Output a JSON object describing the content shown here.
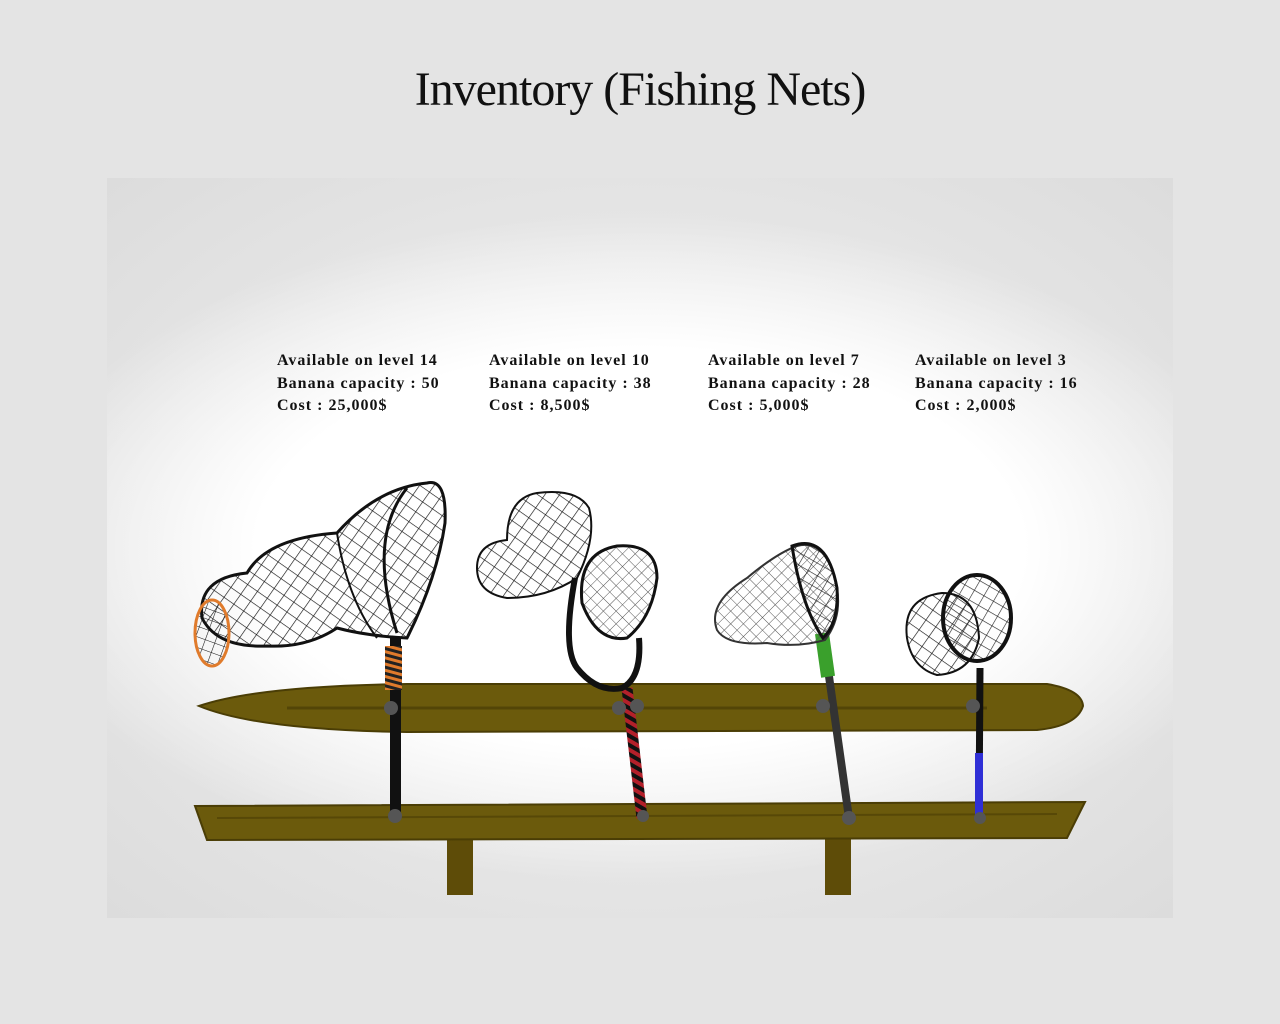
{
  "title": "Inventory (Fishing Nets)",
  "colors": {
    "background": "#e4e4e4",
    "shelf": "#6b5a0c",
    "shelf_dark": "#4a3d05",
    "mesh": "#111111"
  },
  "nets": [
    {
      "level_text": "Available on level 14",
      "capacity_text": "Banana capacity : 50",
      "cost_text": "Cost : 25,000$",
      "level": 14,
      "banana_capacity": 50,
      "cost": 25000,
      "accent_color": "#e07b2c",
      "handle_color": "#111111"
    },
    {
      "level_text": "Available on level 10",
      "capacity_text": "Banana capacity : 38",
      "cost_text": "Cost : 8,500$",
      "level": 10,
      "banana_capacity": 38,
      "cost": 8500,
      "accent_color": "#b3202a",
      "handle_color": "#111111"
    },
    {
      "level_text": "Available on level 7",
      "capacity_text": "Banana capacity : 28",
      "cost_text": "Cost : 5,000$",
      "level": 7,
      "banana_capacity": 28,
      "cost": 5000,
      "accent_color": "#3aa02c",
      "handle_color": "#333333"
    },
    {
      "level_text": "Available on level 3",
      "capacity_text": "Banana capacity : 16",
      "cost_text": "Cost : 2,000$",
      "level": 3,
      "banana_capacity": 16,
      "cost": 2000,
      "accent_color": "#2f2fd6",
      "handle_color": "#111111"
    }
  ]
}
